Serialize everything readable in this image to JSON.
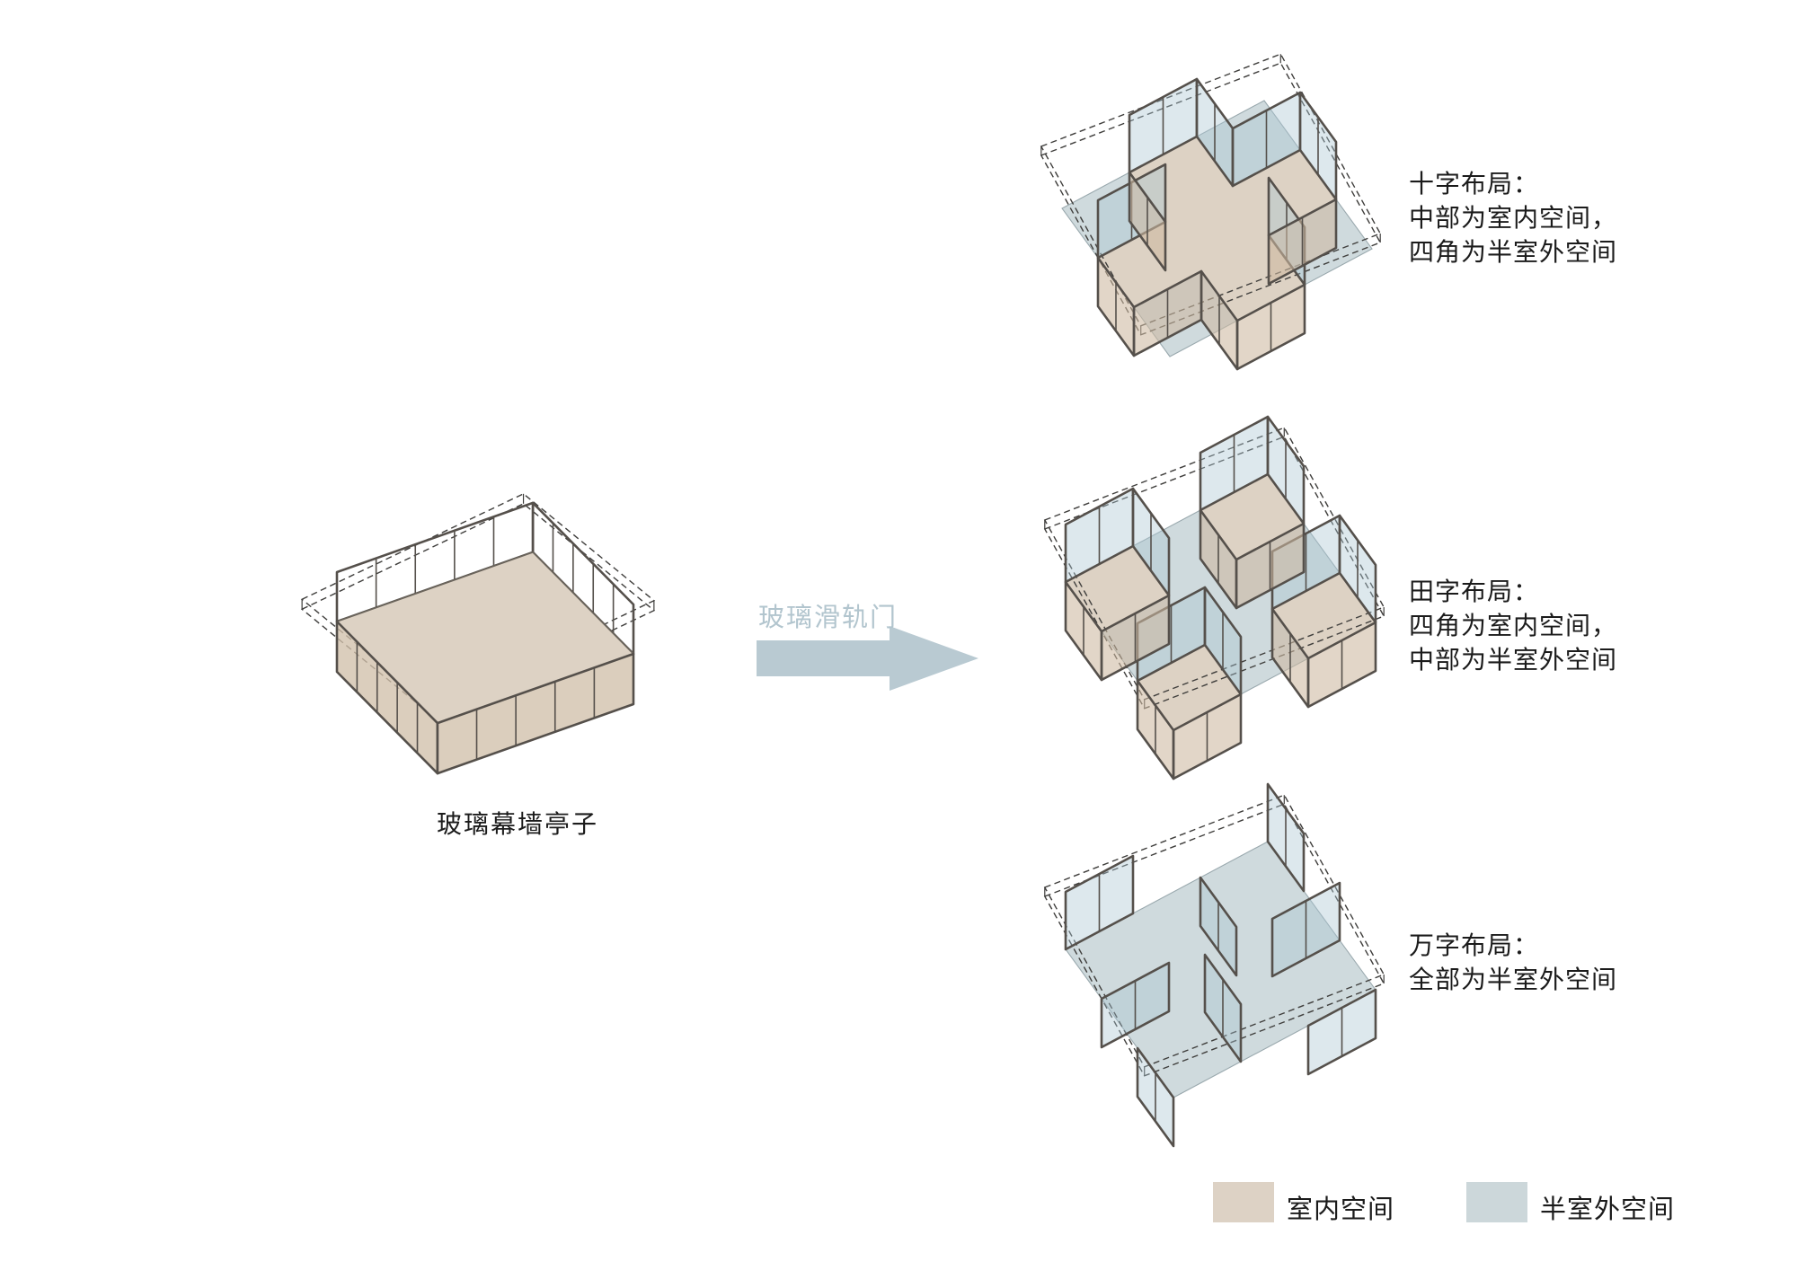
{
  "page": {
    "background": "#ffffff"
  },
  "pavilion": {
    "label": "玻璃幕墙亭子"
  },
  "transition": {
    "label": "玻璃滑轨门"
  },
  "layouts": [
    {
      "id": "cross",
      "title": "十字布局：",
      "lines": [
        "中部为室内空间，",
        "四角为半室外空间"
      ]
    },
    {
      "id": "tian",
      "title": "田字布局：",
      "lines": [
        "四角为室内空间，",
        "中部为半室外空间"
      ]
    },
    {
      "id": "wan",
      "title": "万字布局：",
      "lines": [
        "全部为半室外空间"
      ]
    }
  ],
  "legend": {
    "items": [
      {
        "label": "室内空间",
        "color": "#ddd2c5"
      },
      {
        "label": "半室外空间",
        "color": "#ccd7da"
      }
    ]
  },
  "colors": {
    "indoor_floor": "#ddd2c4",
    "semi_floor": "#cfdadd",
    "floor_stroke": "#6b655c",
    "plate_stroke": "#9aa9ae",
    "frame": "#55504b",
    "dash": "#3f3e3c",
    "glass_blue": "rgba(171,197,209,0.40)",
    "glass_tan": "rgba(205,185,161,0.58)",
    "pavilion_glass": "rgba(209,192,171,0.78)",
    "arrow": "#b9cad2",
    "arrow_text": "#b2c5ce",
    "text": "#1b1b1b"
  }
}
